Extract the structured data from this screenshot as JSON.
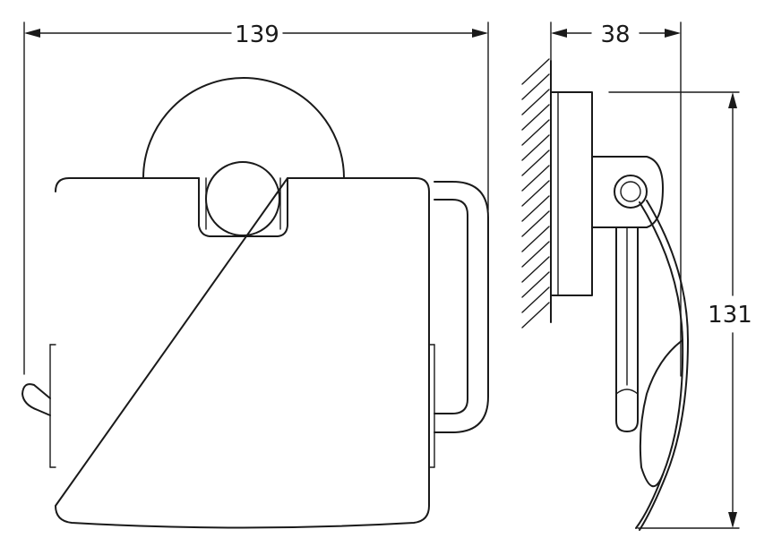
{
  "dimensions": {
    "width_label": "139",
    "depth_label": "38",
    "height_label": "131"
  },
  "colors": {
    "stroke": "#1a1a1a",
    "background": "#ffffff"
  }
}
